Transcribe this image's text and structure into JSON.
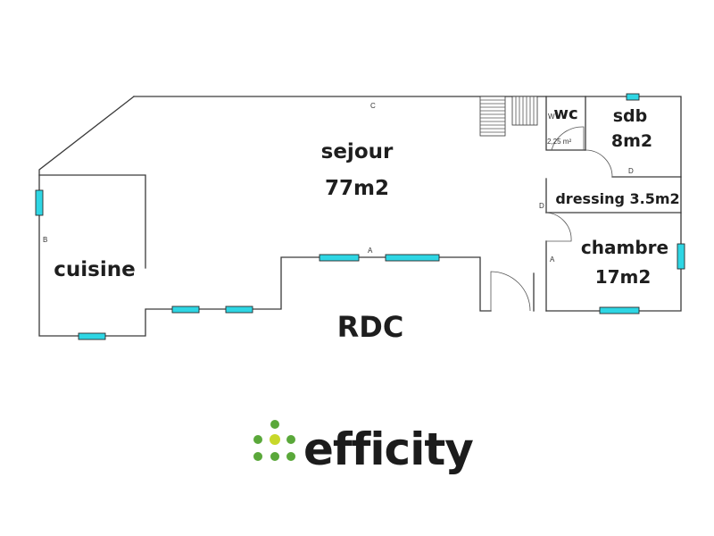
{
  "rooms": {
    "sejour": {
      "name": "sejour",
      "area": "77m2"
    },
    "cuisine": {
      "name": "cuisine"
    },
    "wc": {
      "name": "wc",
      "area_small": "2,25 m²",
      "code": "W"
    },
    "sdb": {
      "name": "sdb",
      "area": "8m2"
    },
    "dressing": {
      "name": "dressing 3.5m2"
    },
    "chambre": {
      "name": "chambre",
      "area": "17m2"
    }
  },
  "floor_label": "RDC",
  "wall_letters": {
    "top": "C",
    "left": "B",
    "center": "A",
    "bedroom_left": "A",
    "hall": "D",
    "dressing_top": "D"
  },
  "brand": {
    "name": "efficity",
    "logo_colors": {
      "green": "#5aa83a",
      "yellow": "#c8d82a"
    }
  },
  "colors": {
    "window": "#2ed6e4",
    "wall": "#3a3a3a"
  }
}
